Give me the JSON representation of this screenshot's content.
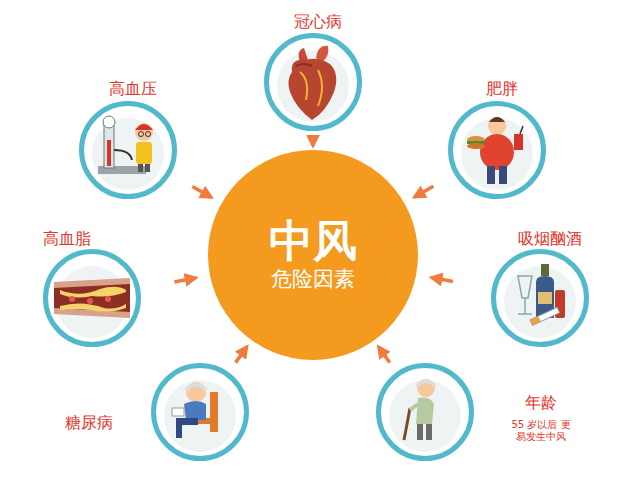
{
  "diagram": {
    "nodes": [
      {
        "text": [
          "冠心病"
        ]
      },
      {
        "text": [
          "高血压"
        ]
      },
      {
        "text": [
          "肥胖"
        ]
      },
      {
        "text": [
          "中风",
          "危险因素"
        ]
      },
      {
        "text": [
          "高血脂"
        ]
      },
      {
        "text": [
          "吸烟酗酒"
        ]
      },
      {
        "text": [
          "糖尿病"
        ]
      },
      {
        "text": [
          "年龄",
          "55 岁以后 更易发生中风"
        ]
      }
    ],
    "edges": [
      {
        "from": 0,
        "to": 3,
        "arrow": "to"
      },
      {
        "from": 1,
        "to": 3,
        "arrow": "to"
      },
      {
        "from": 2,
        "to": 3,
        "arrow": "to"
      },
      {
        "from": 4,
        "to": 3,
        "arrow": "to"
      },
      {
        "from": 5,
        "to": 3,
        "arrow": "to"
      },
      {
        "from": 6,
        "to": 3,
        "arrow": "to"
      },
      {
        "from": 7,
        "to": 3,
        "arrow": "to"
      }
    ]
  }
}
